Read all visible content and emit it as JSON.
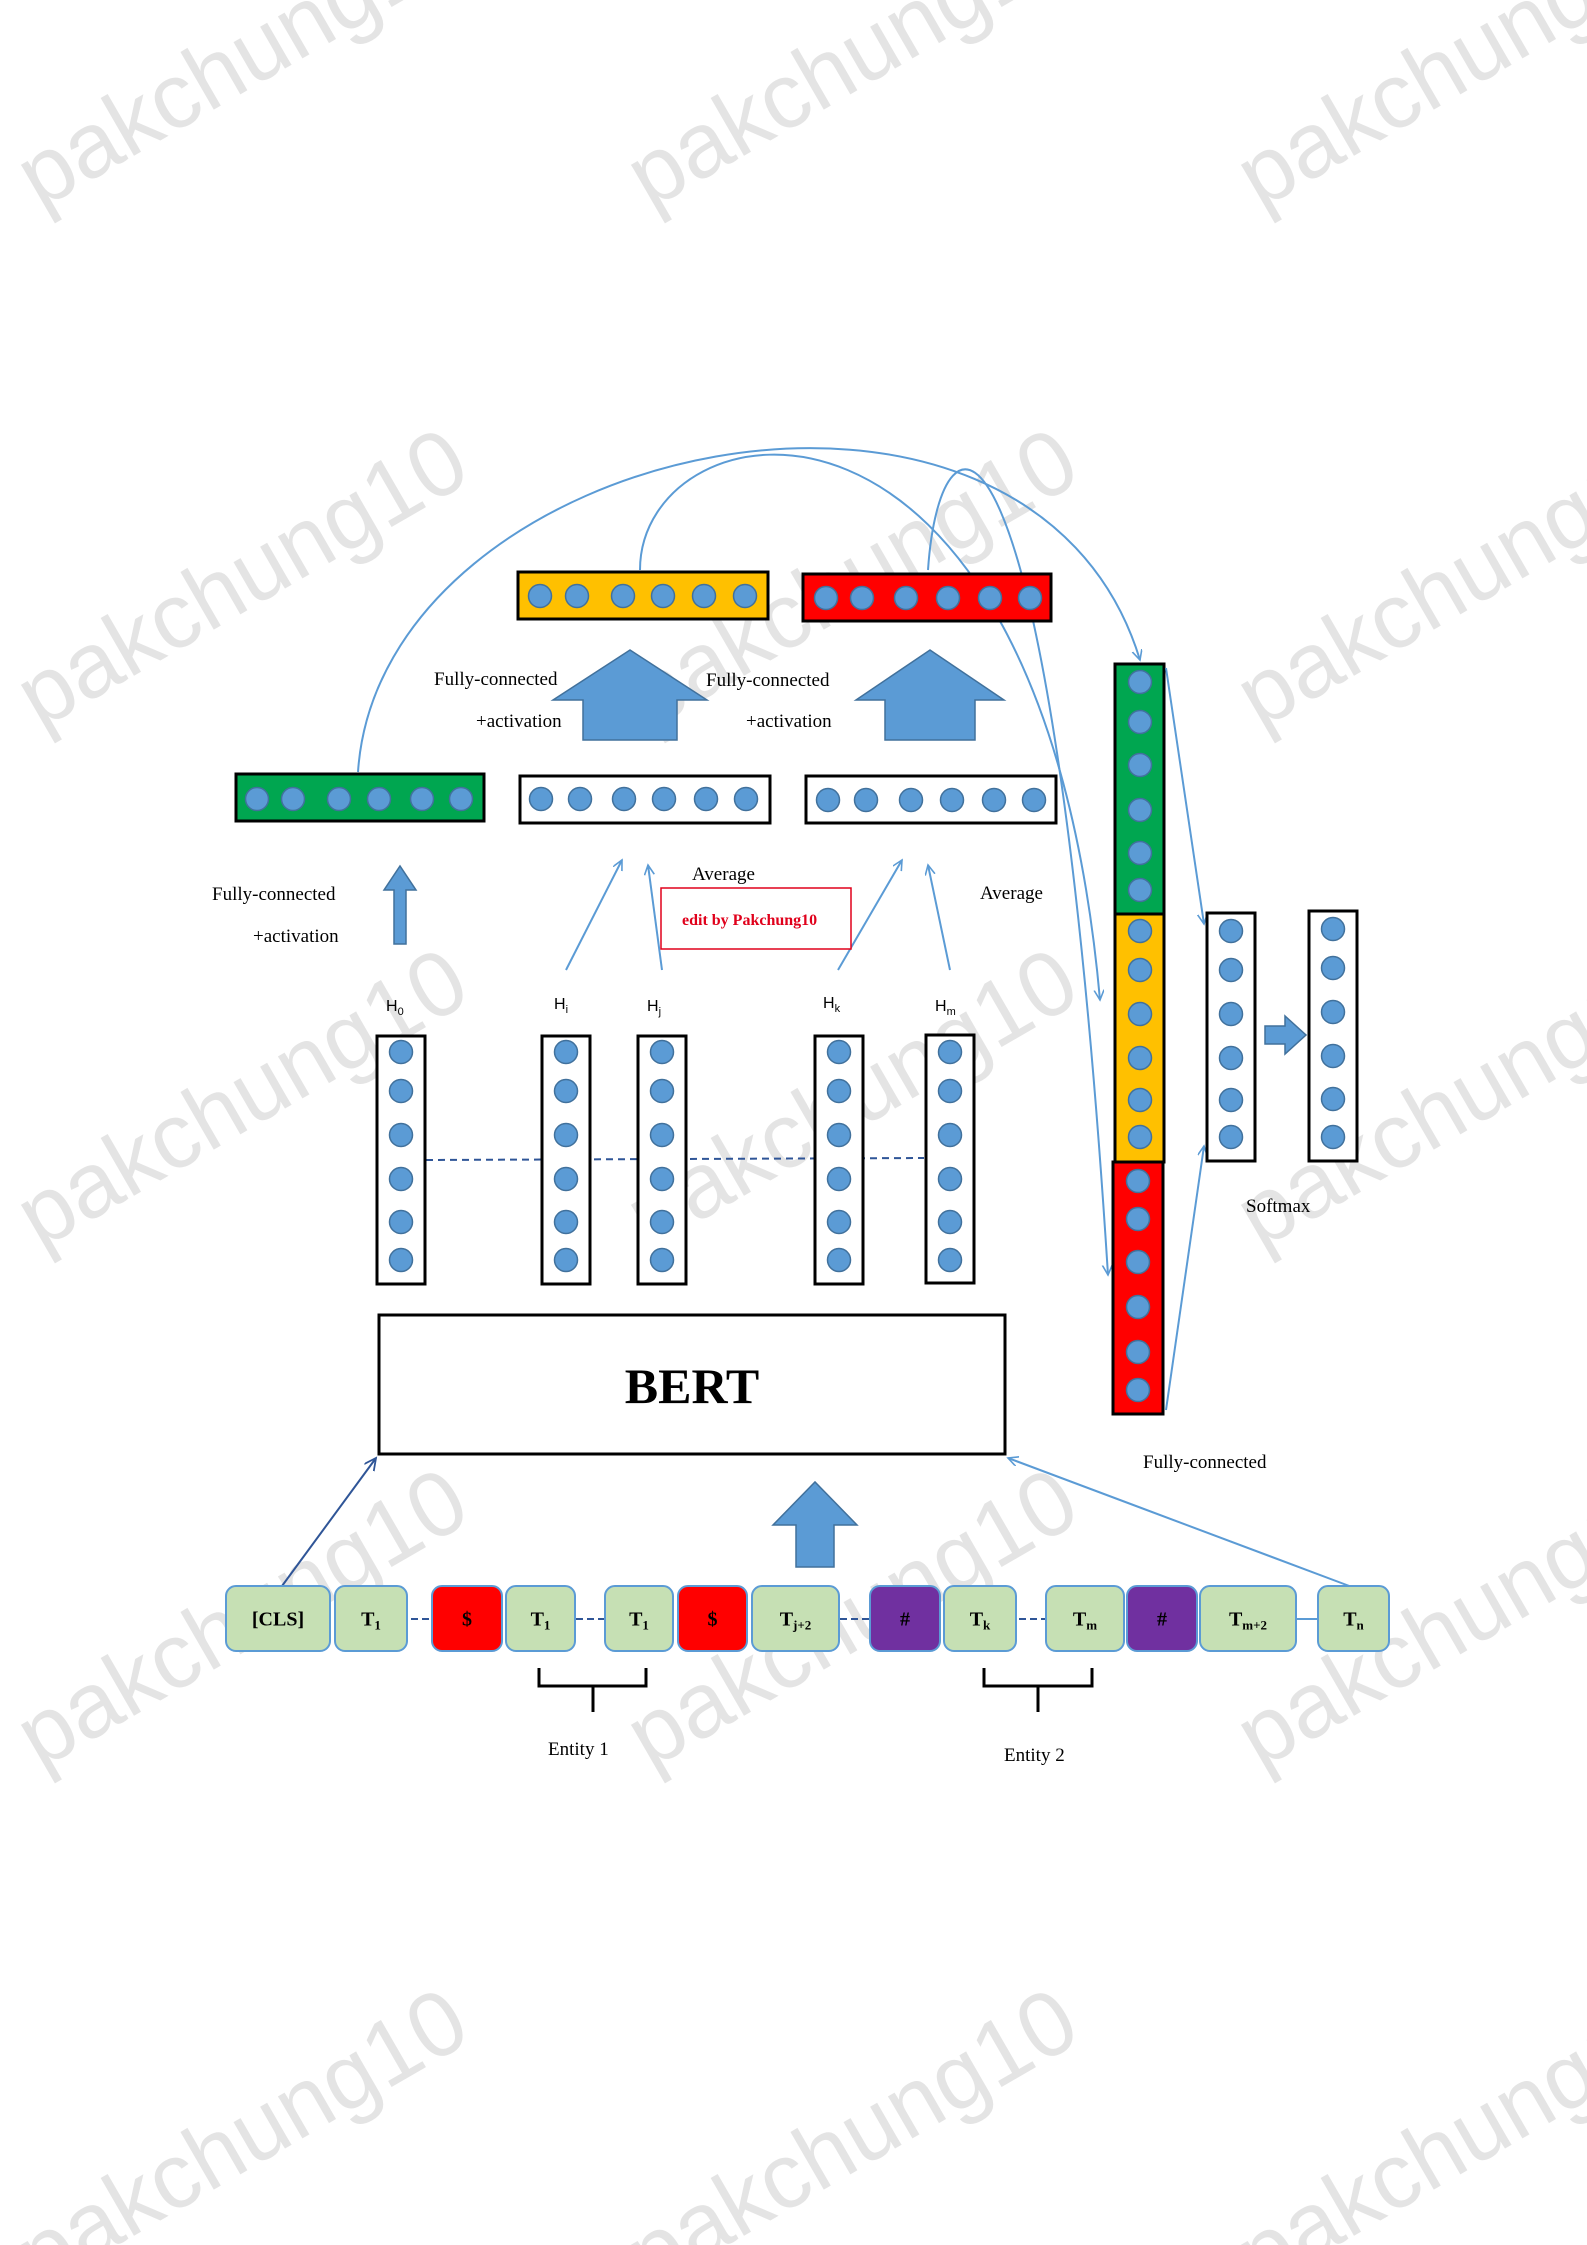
{
  "watermark": "pakchung10",
  "credit": "edit by Pakchung10",
  "bert_label": "BERT",
  "labels": {
    "fc_activation_1": "Fully-connected",
    "fc_activation_1b": "+activation",
    "fc_activation_2": "Fully-connected",
    "fc_activation_2b": "+activation",
    "fc_activation_3": "Fully-connected",
    "fc_activation_3b": "+activation",
    "average_1": "Average",
    "average_2": "Average",
    "softmax": "Softmax",
    "fully_connected": "Fully-connected",
    "entity_1": "Entity  1",
    "entity_2": "Entity  2"
  },
  "hidden_states": [
    {
      "base": "H",
      "sub": "0"
    },
    {
      "base": "H",
      "sub": "i"
    },
    {
      "base": "H",
      "sub": "j"
    },
    {
      "base": "H",
      "sub": "k"
    },
    {
      "base": "H",
      "sub": "m"
    }
  ],
  "tokens": [
    {
      "base": "[CLS]",
      "sub": "",
      "kind": "word"
    },
    {
      "base": "T",
      "sub": "1",
      "kind": "word"
    },
    {
      "base": "$",
      "sub": "",
      "kind": "marker1"
    },
    {
      "base": "T",
      "sub": "1",
      "kind": "word"
    },
    {
      "base": "T",
      "sub": "1",
      "kind": "word"
    },
    {
      "base": "$",
      "sub": "",
      "kind": "marker1"
    },
    {
      "base": "T",
      "sub": "j+2",
      "kind": "word"
    },
    {
      "base": "#",
      "sub": "",
      "kind": "marker2"
    },
    {
      "base": "T",
      "sub": "k",
      "kind": "word"
    },
    {
      "base": "T",
      "sub": "m",
      "kind": "word"
    },
    {
      "base": "#",
      "sub": "",
      "kind": "marker2"
    },
    {
      "base": "T",
      "sub": "m+2",
      "kind": "word"
    },
    {
      "base": "T",
      "sub": "n",
      "kind": "word"
    }
  ],
  "colors": {
    "green": "#00a650",
    "yellow": "#ffc000",
    "red": "#ff0000",
    "purple": "#7030a0",
    "token_green": "#c6e0b4",
    "token_border": "#5b9bd5",
    "node": "#5b9bd5",
    "node_border": "#41719c",
    "arrow": "#5b9bd5",
    "line": "#2f5597"
  }
}
